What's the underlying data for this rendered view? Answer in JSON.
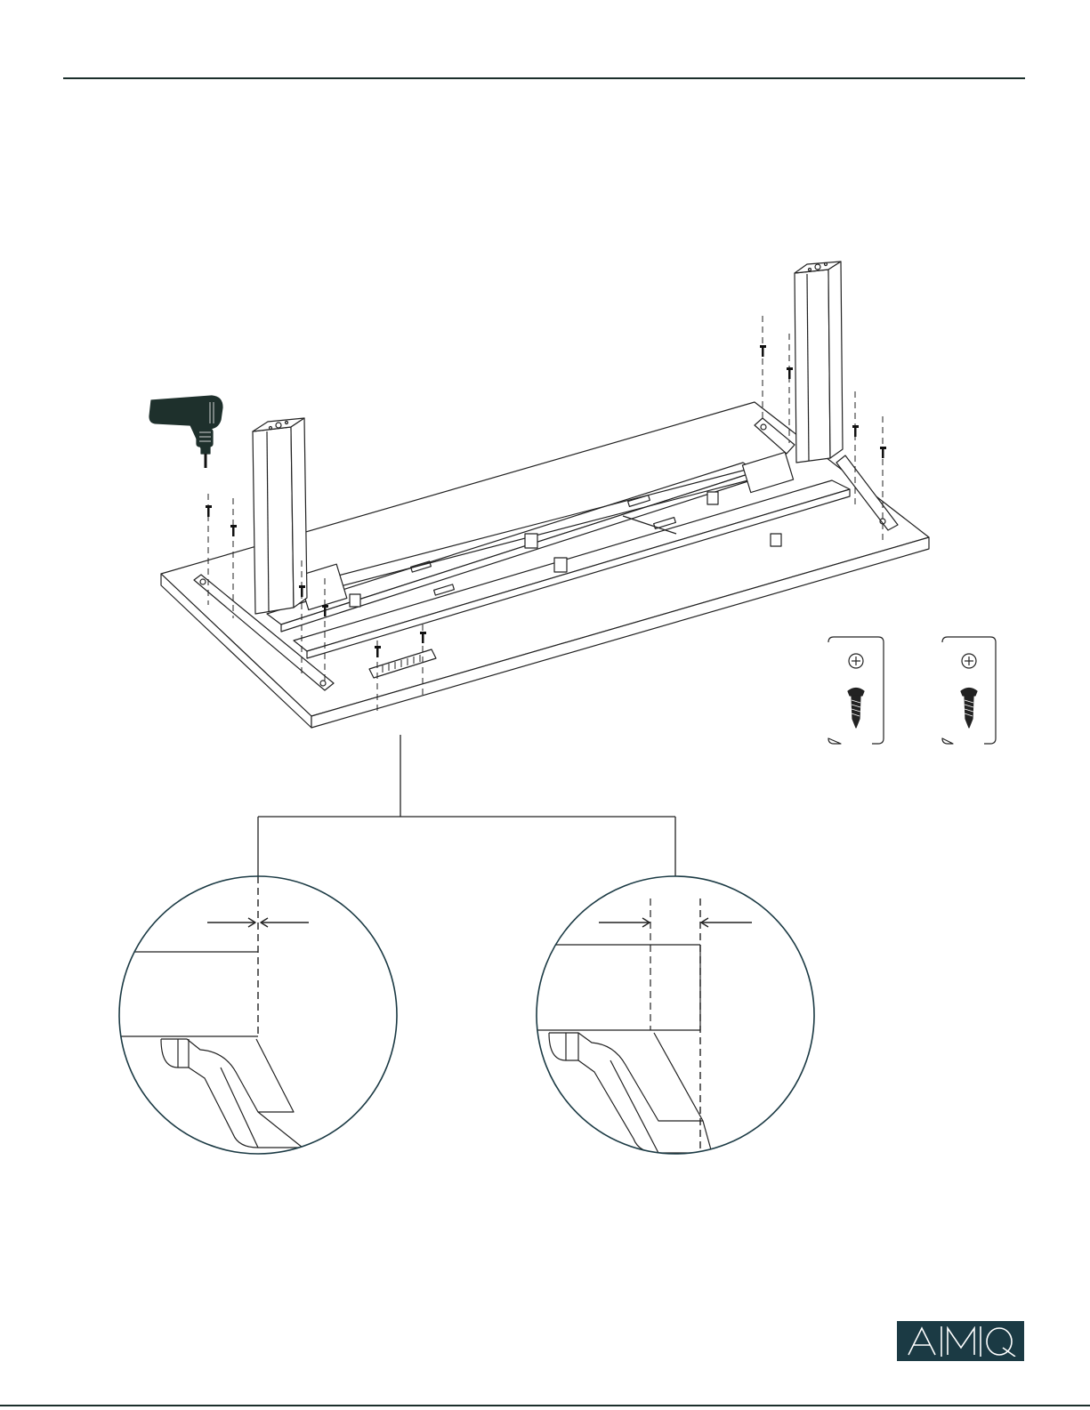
{
  "page": {
    "type": "assembly-instruction-page",
    "step_title": "",
    "instructions": ""
  },
  "brand": {
    "logo_text": "AMQ",
    "logo_background": "#1b3a44",
    "logo_foreground": "#ffffff"
  },
  "colors": {
    "line": "#1b2f2b",
    "drawing": "#222222",
    "detail_circle": "#1b3a44"
  },
  "illustration": {
    "tool": "drill-icon",
    "hardware_callouts": [
      {
        "name": "wood-screw-callout-a",
        "icon": "screw-icon",
        "label": ""
      },
      {
        "name": "wood-screw-callout-b",
        "icon": "screw-icon",
        "label": ""
      }
    ],
    "detail_views": [
      {
        "name": "detail-view-aligned",
        "label": ""
      },
      {
        "name": "detail-view-offset",
        "label": ""
      }
    ]
  }
}
